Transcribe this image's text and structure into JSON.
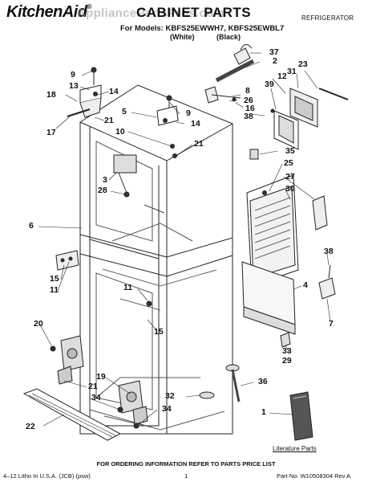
{
  "header": {
    "brand": "KitchenAid",
    "brand_mark": "®",
    "title": "CABINET PARTS",
    "watermark": "AppliancePartsPros.com",
    "category": "REFRIGERATOR",
    "models": "For Models: KBFS25EWWH7, KBFS25EWBL7",
    "variant_white": "(White)",
    "variant_black": "(Black)"
  },
  "callouts": [
    "37",
    "2",
    "9",
    "13",
    "14",
    "23",
    "8",
    "31",
    "18",
    "26",
    "12",
    "39",
    "16",
    "5",
    "9",
    "38",
    "17",
    "21",
    "14",
    "10",
    "21",
    "35",
    "25",
    "3",
    "27",
    "28",
    "30",
    "6",
    "38",
    "15",
    "11",
    "4",
    "11",
    "7",
    "20",
    "15",
    "33",
    "29",
    "19",
    "36",
    "21",
    "34",
    "32",
    "34",
    "1",
    "22"
  ],
  "literature_label": "Literature Parts",
  "footer": {
    "order_note": "FOR ORDERING INFORMATION REFER TO PARTS PRICE LIST",
    "left": "4–12 Litho In U.S.A. (JCB) (psw)",
    "page": "1",
    "part_no": "Part No. W10508304 Rev A"
  }
}
